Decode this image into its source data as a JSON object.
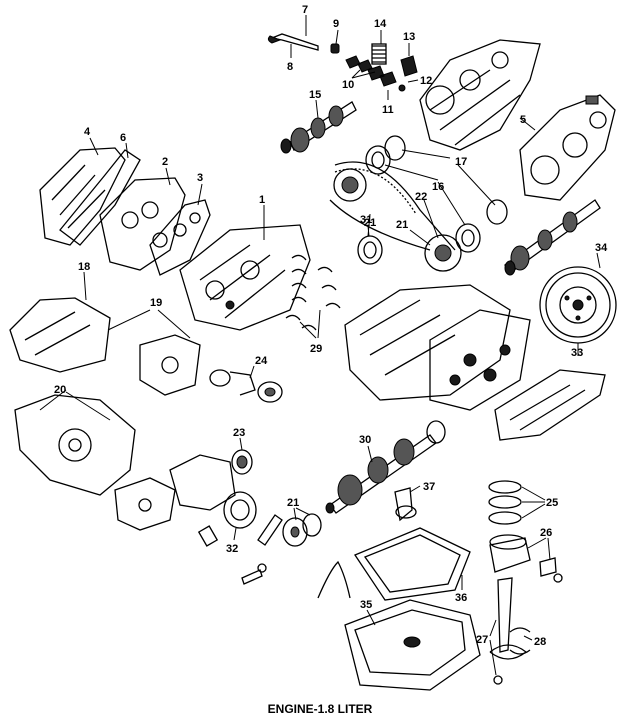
{
  "caption": "ENGINE-1.8 LITER",
  "callouts": [
    "1",
    "2",
    "3",
    "4",
    "5",
    "6",
    "7",
    "8",
    "9",
    "10",
    "11",
    "12",
    "13",
    "14",
    "15",
    "16",
    "17",
    "18",
    "19",
    "20",
    "21",
    "21",
    "21",
    "22",
    "23",
    "24",
    "25",
    "26",
    "27",
    "28",
    "29",
    "30",
    "31",
    "32",
    "33",
    "34",
    "35",
    "36",
    "37"
  ]
}
